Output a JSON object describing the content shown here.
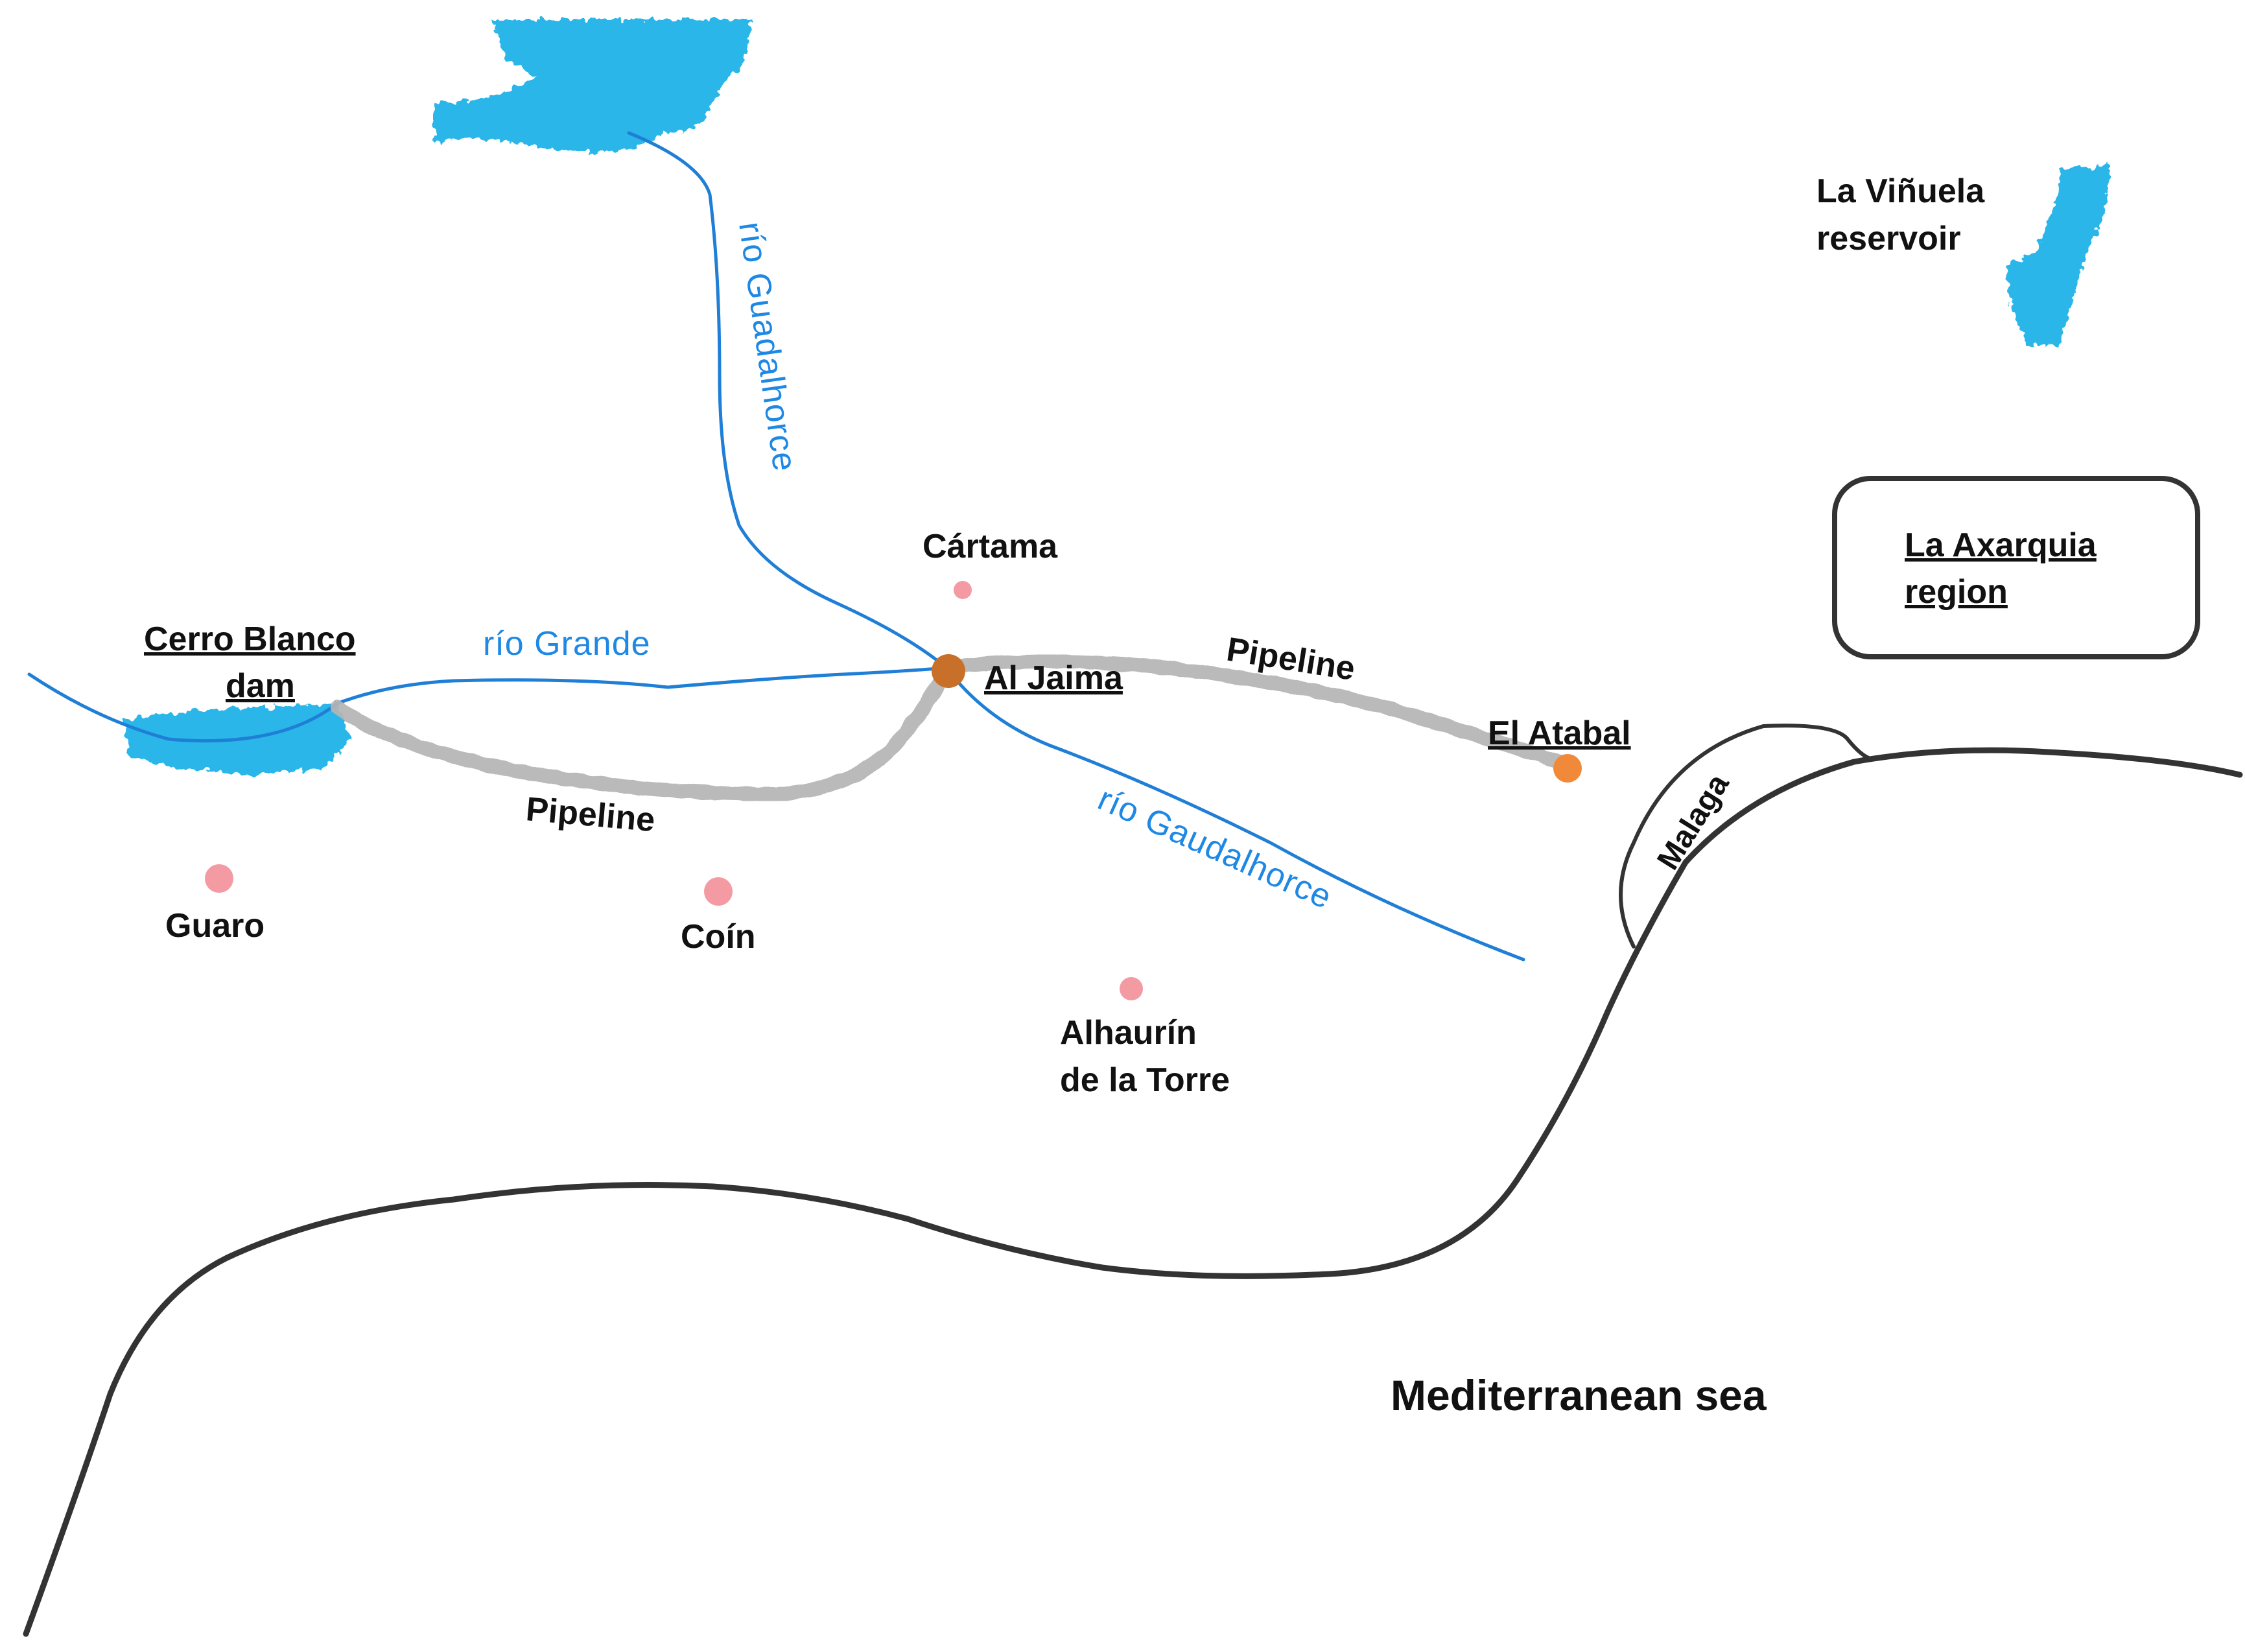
{
  "colors": {
    "water": "#29b6e8",
    "river_line": "#1f7fd6",
    "river_label": "#1e88e5",
    "pipeline": "#b5b5b5",
    "coast": "#333333",
    "town_dot": "#f39aa3",
    "facility_dot": "#c8702a",
    "atabal_dot": "#f08a3a",
    "text": "#111111"
  },
  "rivers": {
    "guadalhorce_upper": "río Guadalhorce",
    "grande": "río Grande",
    "guadalhorce_lower": "río Gaudalhorce"
  },
  "pipelines": {
    "west_label": "Pipeline",
    "east_label": "Pipeline"
  },
  "facilities": {
    "dam_line1": "Cerro Blanco",
    "dam_line2": "dam",
    "al_jaima": "Al Jaima",
    "el_atabal": "El Atabal"
  },
  "towns": {
    "cartama": "Cártama",
    "guaro": "Guaro",
    "coin": "Coín",
    "alhaurin_line1": "Alhaurín",
    "alhaurin_line2": "de la Torre",
    "malaga": "Malaga"
  },
  "reservoir": {
    "line1": "La Viñuela",
    "line2": "reservoir"
  },
  "region": {
    "line1": "La Axarquia",
    "line2": "region"
  },
  "sea": {
    "label": "Mediterranean sea"
  }
}
